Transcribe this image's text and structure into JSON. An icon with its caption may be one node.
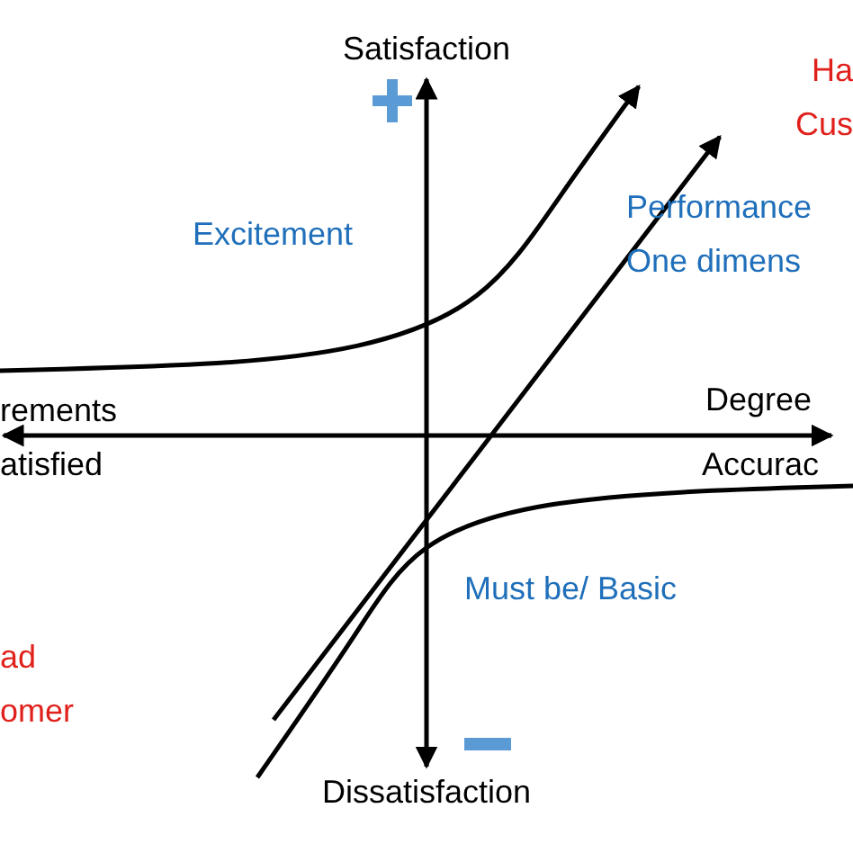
{
  "diagram": {
    "labels": [
      "Satisfaction",
      "Ha Cus",
      "Excitement",
      "Performance One dimens",
      "Degree",
      "rements",
      "atisfied",
      "Accurac",
      "Must be/ Basic",
      "ad omer",
      "Dissatisfaction"
    ]
  }
}
